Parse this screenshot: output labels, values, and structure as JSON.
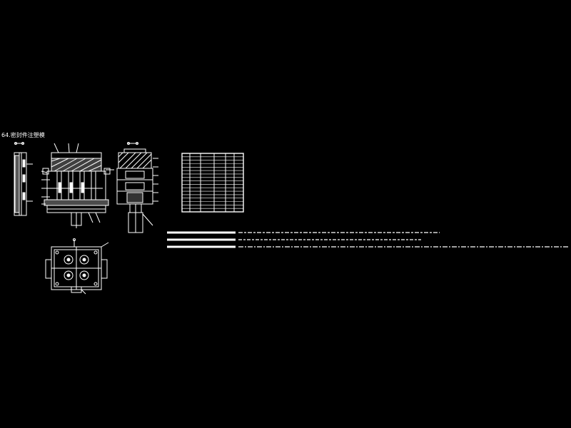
{
  "drawing": {
    "title": "64.密封件注塑模",
    "background": "#000000",
    "line_color": "#ffffff",
    "views": [
      "side-section-view",
      "front-section-view",
      "right-section-view",
      "plan-view"
    ],
    "parts_list_rows": 17,
    "notes_lines": 3
  }
}
